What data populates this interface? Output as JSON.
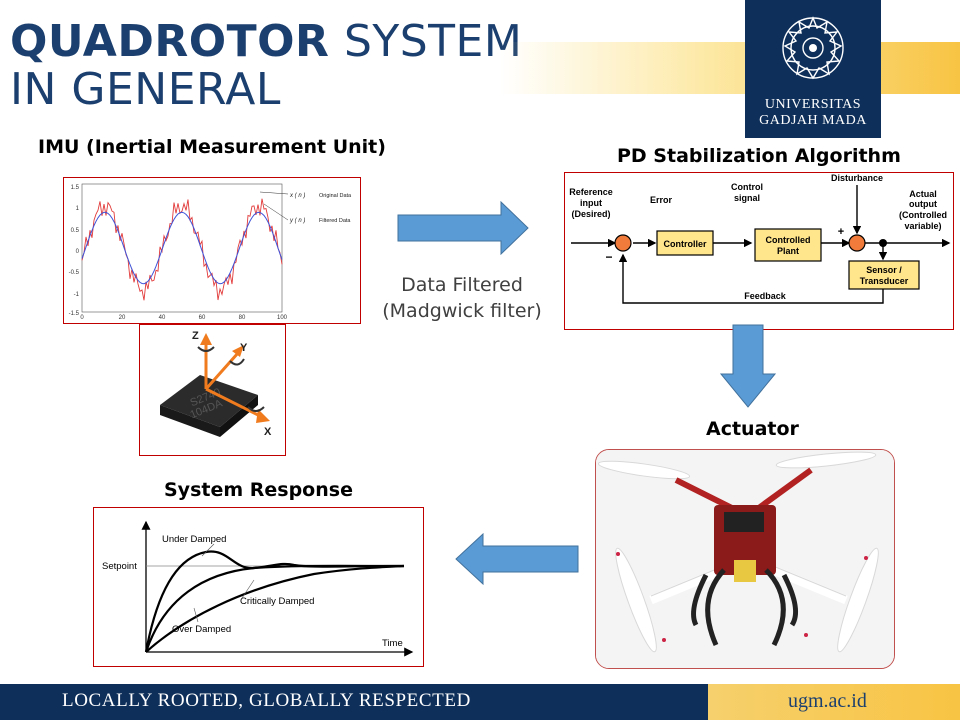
{
  "title": {
    "bold": "QUADROTOR",
    "rest": " SYSTEM",
    "line2": "IN GENERAL"
  },
  "logo": {
    "line1": "UNIVERSITAS",
    "line2": "GADJAH MADA"
  },
  "imu": {
    "heading": "IMU (Inertial Measurement Unit)",
    "legend_original": "Original Data",
    "legend_filtered": "Filtered Data",
    "legend_x": "x ( n )",
    "legend_y": "y ( n )",
    "yticks": [
      "1.5",
      "1",
      "0.5",
      "0",
      "-0.5",
      "-1",
      "-1.5"
    ],
    "xticks": [
      "0",
      "20",
      "40",
      "60",
      "80",
      "100"
    ],
    "chip_text1": "S2740",
    "chip_text2": "104DA",
    "axis_x": "X",
    "axis_y": "Y",
    "axis_z": "Z"
  },
  "filter_caption": {
    "line1": "Data Filtered",
    "line2": "(Madgwick filter)"
  },
  "pd": {
    "heading": "PD Stabilization Algorithm",
    "reference": [
      "Reference",
      "input",
      "(Desired)"
    ],
    "error": "Error",
    "control_signal": [
      "Control",
      "signal"
    ],
    "disturbance": "Disturbance",
    "actual_output": [
      "Actual",
      "output",
      "(Controlled",
      "variable)"
    ],
    "controller": "Controller",
    "plant": [
      "Controlled",
      "Plant"
    ],
    "sensor": [
      "Sensor /",
      "Transducer"
    ],
    "feedback": "Feedback",
    "minus": "−",
    "plus": "+"
  },
  "actuator": {
    "heading": "Actuator"
  },
  "response": {
    "heading": "System Response",
    "setpoint": "Setpoint",
    "under": "Under Damped",
    "critical": "Critically Damped",
    "over": "Over Damped",
    "time": "Time"
  },
  "footer": {
    "tagline": "LOCALLY ROOTED, GLOBALLY RESPECTED",
    "url": "ugm.ac.id"
  },
  "colors": {
    "navy": "#0e2f5a",
    "title_blue": "#1b3f6e",
    "gold": "#f8c443",
    "frame_red": "#c00000",
    "arrow_blue": "#5b9bd5"
  }
}
